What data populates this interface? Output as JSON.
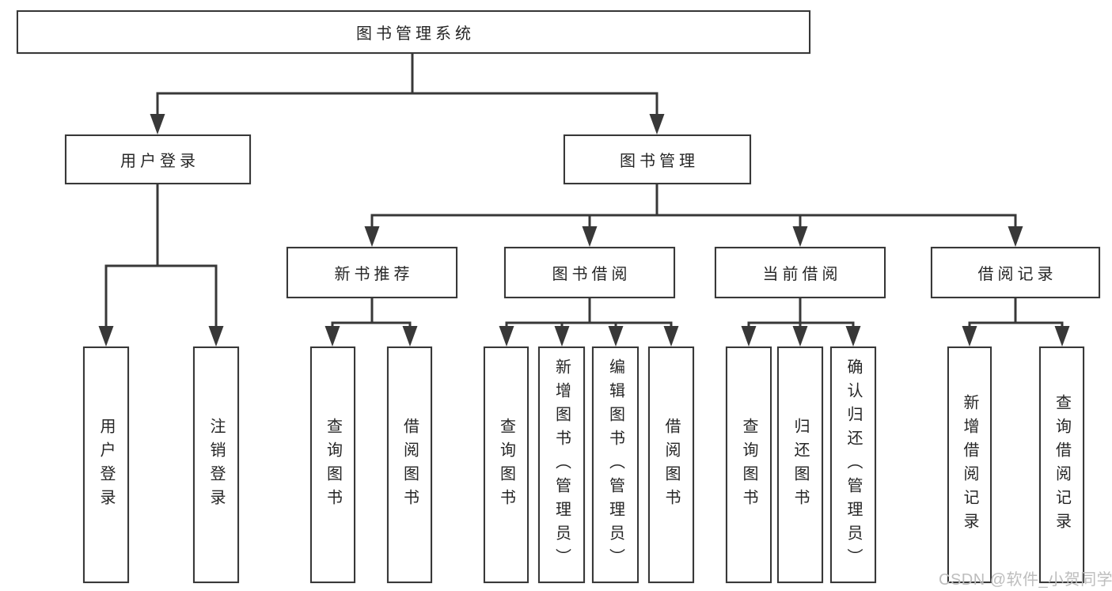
{
  "diagram": {
    "type": "hierarchy-tree",
    "title": "图书管理系统"
  },
  "nodes": [
    {
      "id": "root",
      "label": "图书管理系统",
      "parent": null
    },
    {
      "id": "login",
      "label": "用户登录",
      "parent": "root"
    },
    {
      "id": "mgmt",
      "label": "图书管理",
      "parent": "root"
    },
    {
      "id": "rec",
      "label": "新书推荐",
      "parent": "mgmt"
    },
    {
      "id": "borrow",
      "label": "图书借阅",
      "parent": "mgmt"
    },
    {
      "id": "current",
      "label": "当前借阅",
      "parent": "mgmt"
    },
    {
      "id": "records",
      "label": "借阅记录",
      "parent": "mgmt"
    },
    {
      "id": "login-user",
      "label": "用户登录",
      "parent": "login"
    },
    {
      "id": "login-logout",
      "label": "注销登录",
      "parent": "login"
    },
    {
      "id": "rec-query",
      "label": "查询图书",
      "parent": "rec"
    },
    {
      "id": "rec-borrow",
      "label": "借阅图书",
      "parent": "rec"
    },
    {
      "id": "borrow-query",
      "label": "查询图书",
      "parent": "borrow"
    },
    {
      "id": "borrow-add",
      "label": "新增图书（管理员）",
      "parent": "borrow"
    },
    {
      "id": "borrow-edit",
      "label": "编辑图书（管理员）",
      "parent": "borrow"
    },
    {
      "id": "borrow-lend",
      "label": "借阅图书",
      "parent": "borrow"
    },
    {
      "id": "cur-query",
      "label": "查询图书",
      "parent": "current"
    },
    {
      "id": "cur-return",
      "label": "归还图书",
      "parent": "current"
    },
    {
      "id": "cur-confirm",
      "label": "确认归还（管理员）",
      "parent": "current"
    },
    {
      "id": "records-add",
      "label": "新增借阅记录",
      "parent": "records"
    },
    {
      "id": "records-query",
      "label": "查询借阅记录",
      "parent": "records"
    }
  ],
  "watermark": {
    "text": "CSDN @软件_小贺同学"
  },
  "colors": {
    "line": "#383838",
    "box_border": "#383838",
    "box_fill": "#ffffff",
    "text": "#262626",
    "watermark": "#bdbdbd",
    "background": "#ffffff"
  }
}
